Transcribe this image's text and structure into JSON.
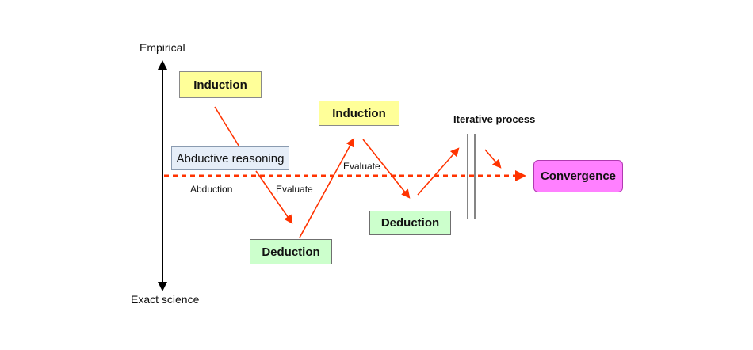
{
  "axis": {
    "top_label": "Empirical",
    "bottom_label": "Exact science"
  },
  "nodes": {
    "induction_1": "Induction",
    "abductive": "Abductive reasoning",
    "deduction_1": "Deduction",
    "induction_2": "Induction",
    "deduction_2": "Deduction",
    "convergence": "Convergence"
  },
  "labels": {
    "abduction": "Abduction",
    "evaluate_1": "Evaluate",
    "evaluate_2": "Evaluate",
    "iterative": "Iterative process"
  },
  "colors": {
    "arrow": "#ff3300",
    "axis": "#000000"
  }
}
